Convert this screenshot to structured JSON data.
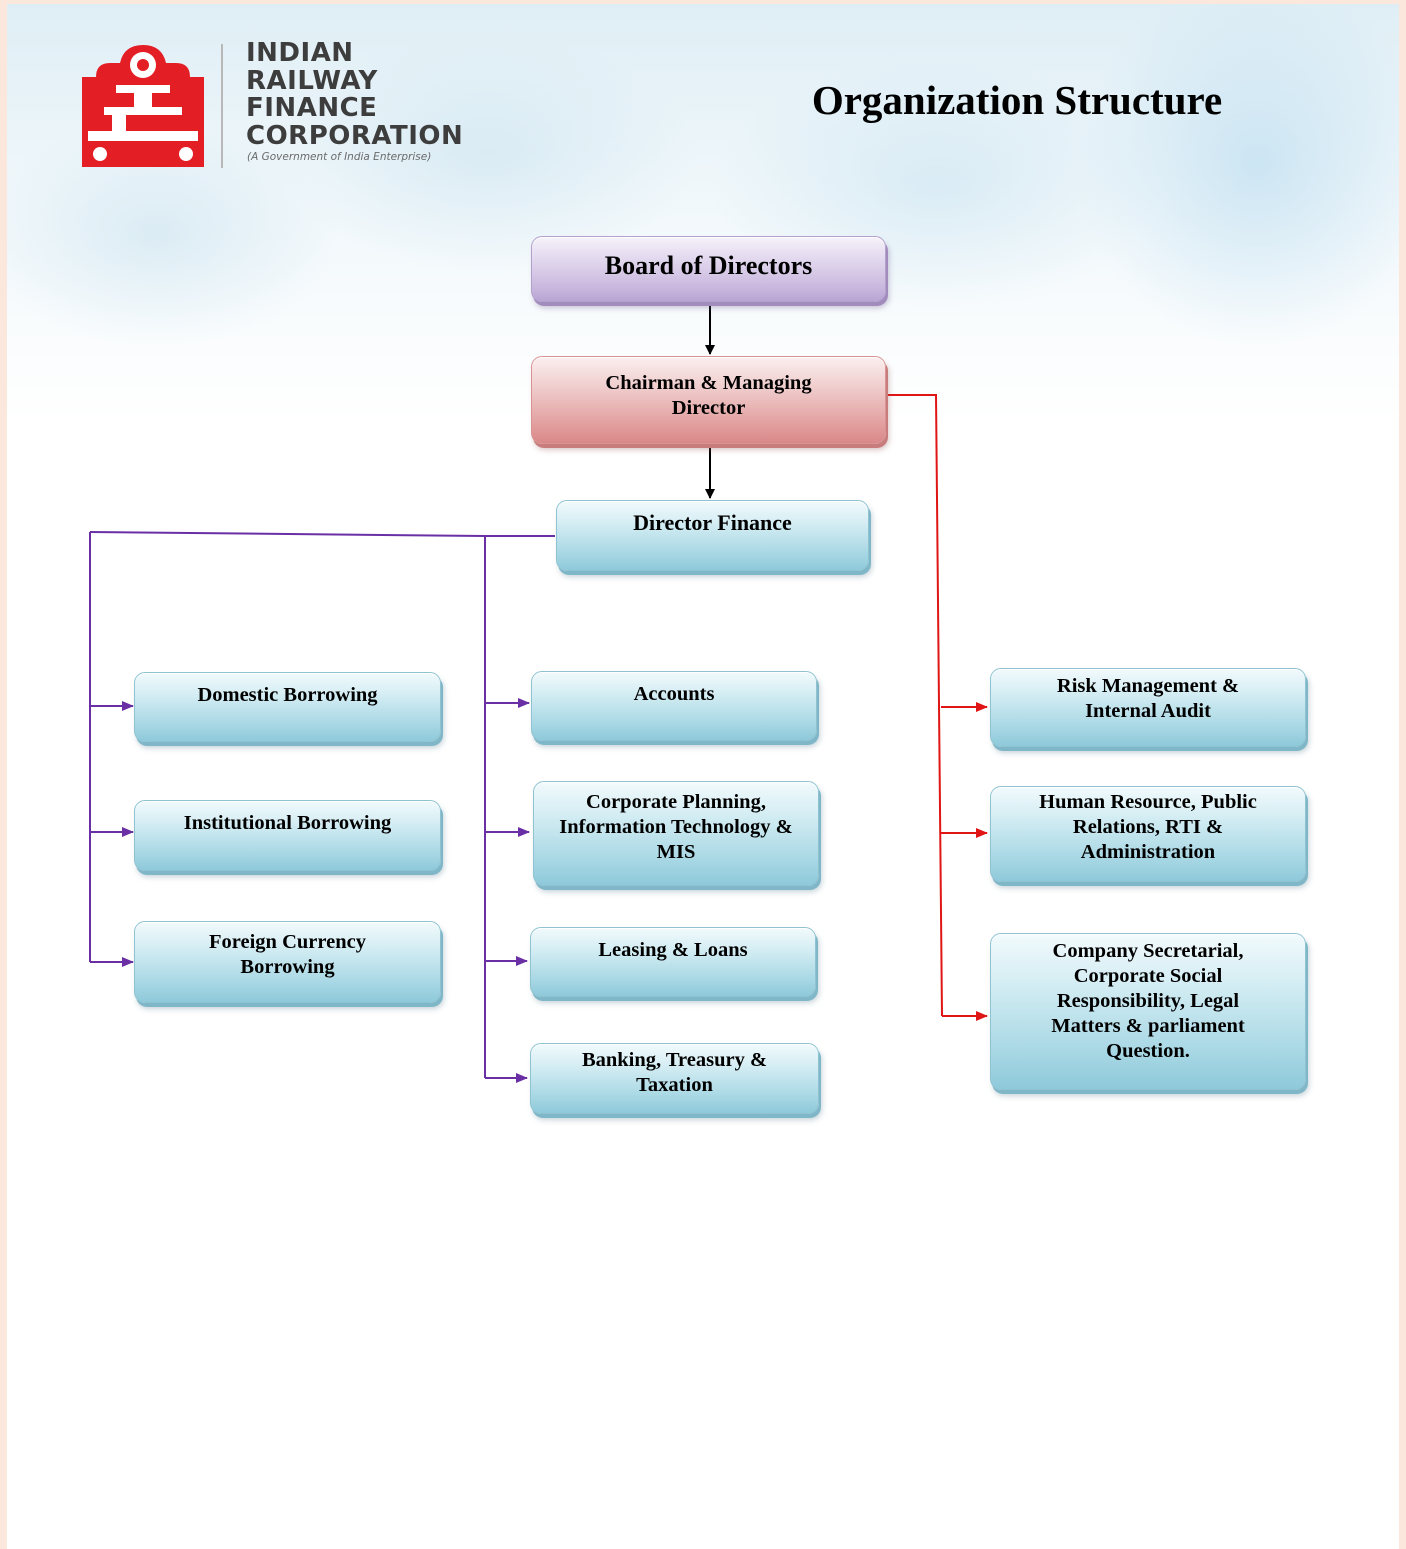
{
  "logo": {
    "line1": "INDIAN",
    "line2": "RAILWAY",
    "line3": "FINANCE",
    "line4": "CORPORATION",
    "tagline": "(A Government of India Enterprise)",
    "color": "#e31e24"
  },
  "title": "Organization Structure",
  "colors": {
    "black_connector": "#000000",
    "purple_connector": "#6a2fa5",
    "red_connector": "#e01515",
    "board_box": "#c9b7de",
    "cmd_box": "#e29d9d",
    "unit_box": "#a9d8e5"
  },
  "nodes": {
    "board": "Board of Directors",
    "cmd": "Chairman & Managing Director",
    "director_finance": "Director Finance",
    "domestic_borrowing": "Domestic Borrowing",
    "institutional_borrowing": "Institutional Borrowing",
    "foreign_currency_borrowing": "Foreign Currency Borrowing",
    "accounts": "Accounts",
    "corporate_planning": "Corporate Planning, Information Technology & MIS",
    "leasing_loans": "Leasing & Loans",
    "banking_treasury": "Banking, Treasury & Taxation",
    "risk_management": "Risk Management & Internal Audit",
    "human_resource": "Human Resource, Public Relations, RTI & Administration",
    "company_secretarial": "Company Secretarial, Corporate Social Responsibility, Legal Matters & parliament Question."
  }
}
